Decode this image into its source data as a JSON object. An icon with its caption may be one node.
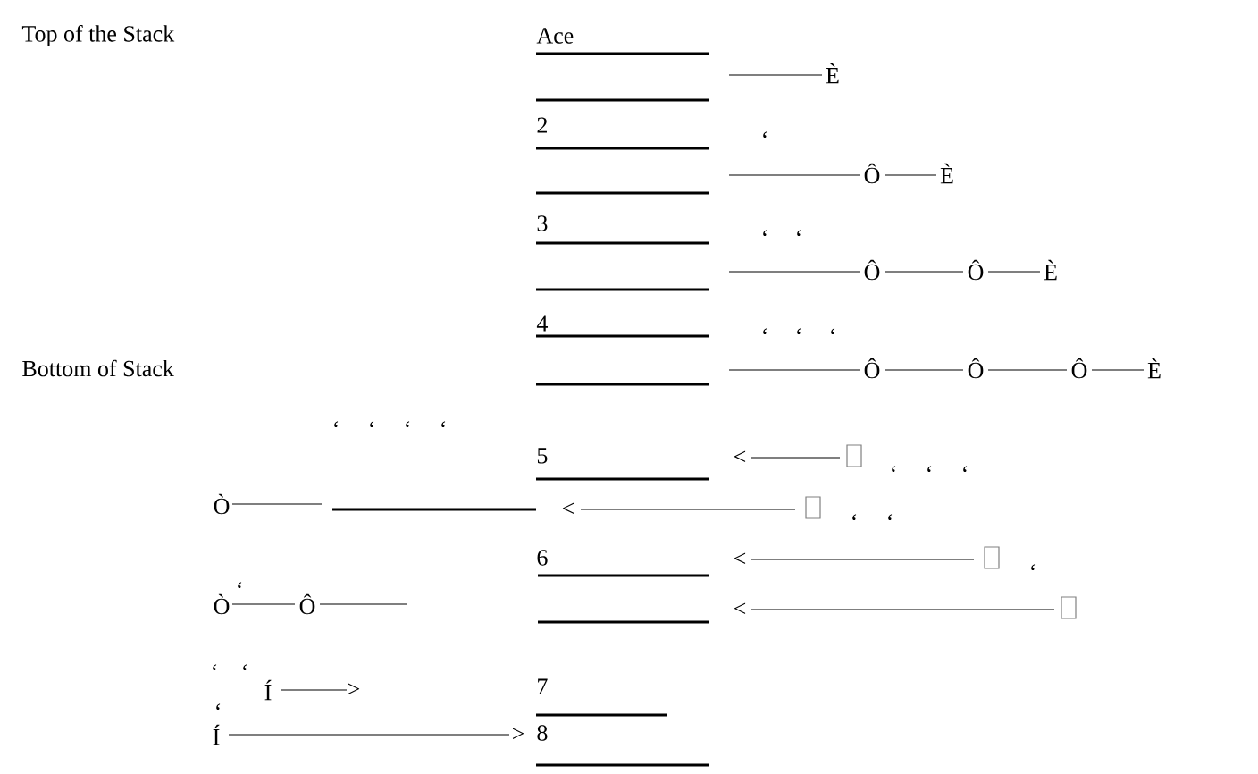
{
  "diagram": {
    "labels": [
      "Top of the Stack",
      "Ace",
      "È",
      "2",
      "‘",
      "Ô",
      "È",
      "3",
      "‘",
      "‘",
      "Ô",
      "Ô",
      "È",
      "4",
      "‘",
      "‘",
      "‘",
      "Bottom of Stack",
      "Ô",
      "Ô",
      "Ô",
      "È",
      "‘",
      "‘",
      "‘",
      "‘",
      "5",
      "<",
      "‘",
      "‘",
      "‘",
      "Ò",
      "<",
      "‘",
      "‘",
      "6",
      "<",
      "‘",
      "Ò",
      "‘",
      "Ô",
      "<",
      "‘",
      "‘",
      "Í",
      ">",
      "‘",
      "Í",
      ">",
      "7",
      "8"
    ]
  }
}
